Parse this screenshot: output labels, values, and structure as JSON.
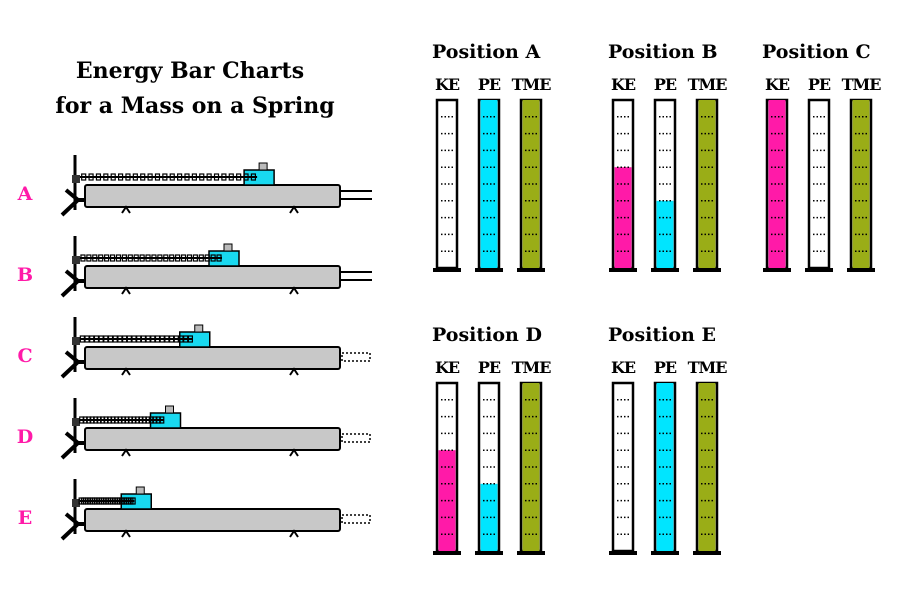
{
  "title_line1": "Energy Bar Charts",
  "title_line2": "for a Mass on a Spring",
  "colors": {
    "ke": "#ff1aa8",
    "pe": "#00e5ff",
    "tme": "#9aad17",
    "track": "#c8c8c8",
    "glider": "#19d9f0",
    "row_label": "#ff1aa8"
  },
  "rows": [
    {
      "label": "A",
      "glider_pos": 0.78,
      "right_end": "rod"
    },
    {
      "label": "B",
      "glider_pos": 0.6,
      "right_end": "rod"
    },
    {
      "label": "C",
      "glider_pos": 0.45,
      "right_end": "spring"
    },
    {
      "label": "D",
      "glider_pos": 0.3,
      "right_end": "spring"
    },
    {
      "label": "E",
      "glider_pos": 0.15,
      "right_end": "spring"
    }
  ],
  "bar_labels": [
    "KE",
    "PE",
    "TME"
  ],
  "chart_data": {
    "type": "bar",
    "units_max": 10,
    "positions": [
      {
        "title": "Position A",
        "KE": 0,
        "PE": 10,
        "TME": 10
      },
      {
        "title": "Position B",
        "KE": 6,
        "PE": 4,
        "TME": 10
      },
      {
        "title": "Position C",
        "KE": 10,
        "PE": 0,
        "TME": 10
      },
      {
        "title": "Position D",
        "KE": 6,
        "PE": 4,
        "TME": 10
      },
      {
        "title": "Position E",
        "KE": 0,
        "PE": 10,
        "TME": 10
      }
    ]
  }
}
